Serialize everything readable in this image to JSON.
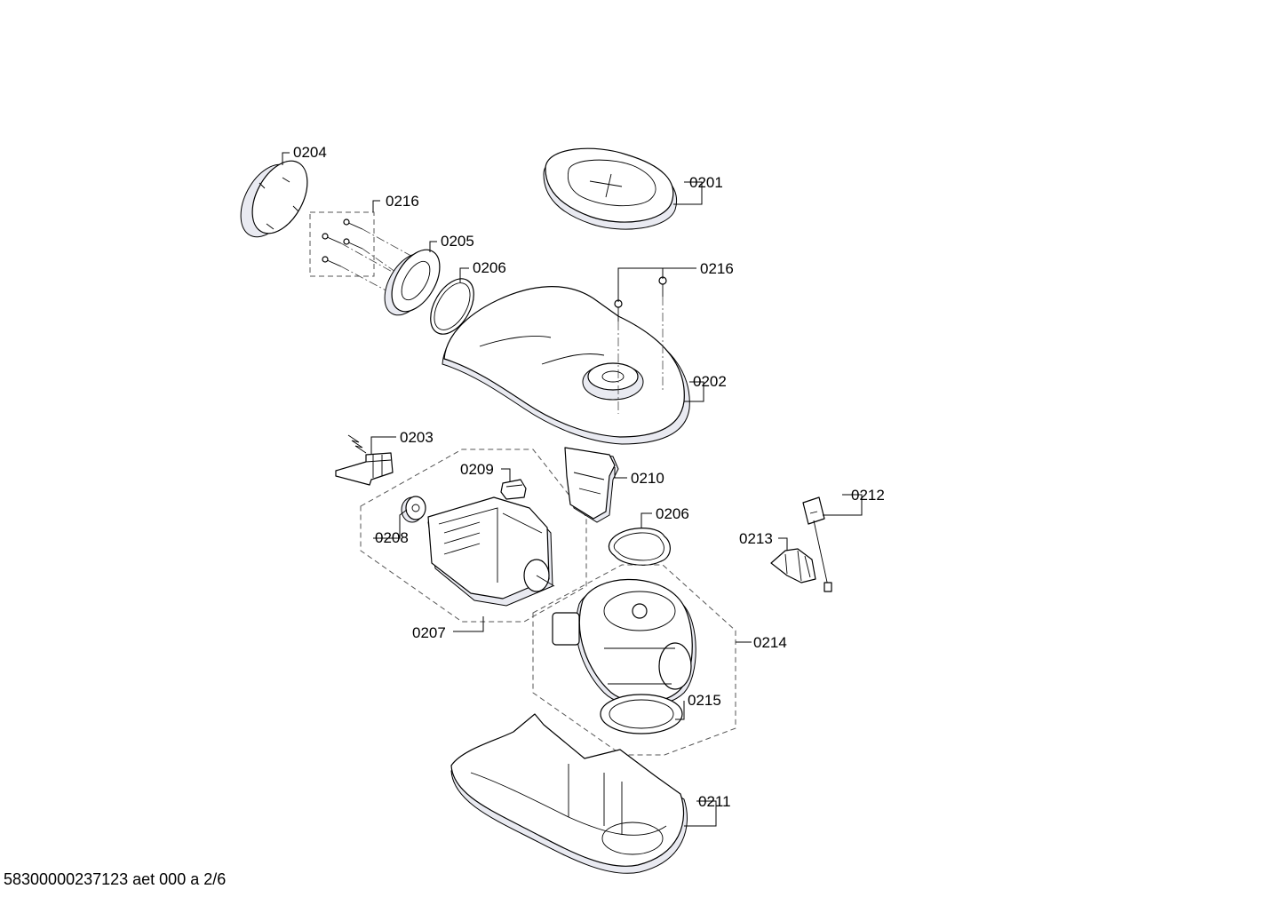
{
  "diagram": {
    "labels": {
      "l0201": "0201",
      "l0202": "0202",
      "l0203": "0203",
      "l0204": "0204",
      "l0205": "0205",
      "l0206a": "0206",
      "l0206b": "0206",
      "l0207": "0207",
      "l0208": "0208",
      "l0209": "0209",
      "l0210": "0210",
      "l0211": "0211",
      "l0212": "0212",
      "l0213": "0213",
      "l0214": "0214",
      "l0215": "0215",
      "l0216a": "0216",
      "l0216b": "0216"
    }
  },
  "footer": {
    "code": "58300000237123 aet 000 a 2/6"
  }
}
